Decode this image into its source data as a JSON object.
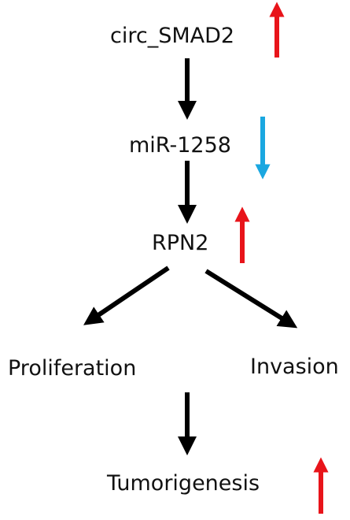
{
  "nodes": {
    "circ_smad2": "circ_SMAD2",
    "mir_1258": "miR-1258",
    "rpn2": "RPN2",
    "proliferation": "Proliferation",
    "invasion": "Invasion",
    "tumorigenesis": "Tumorigenesis"
  },
  "regulation": {
    "circ_smad2": "up",
    "mir_1258": "down",
    "rpn2": "up",
    "tumorigenesis": "up"
  },
  "colors": {
    "up": "#e8141a",
    "down": "#1aa7e0",
    "flow": "#000000",
    "text": "#111111"
  }
}
